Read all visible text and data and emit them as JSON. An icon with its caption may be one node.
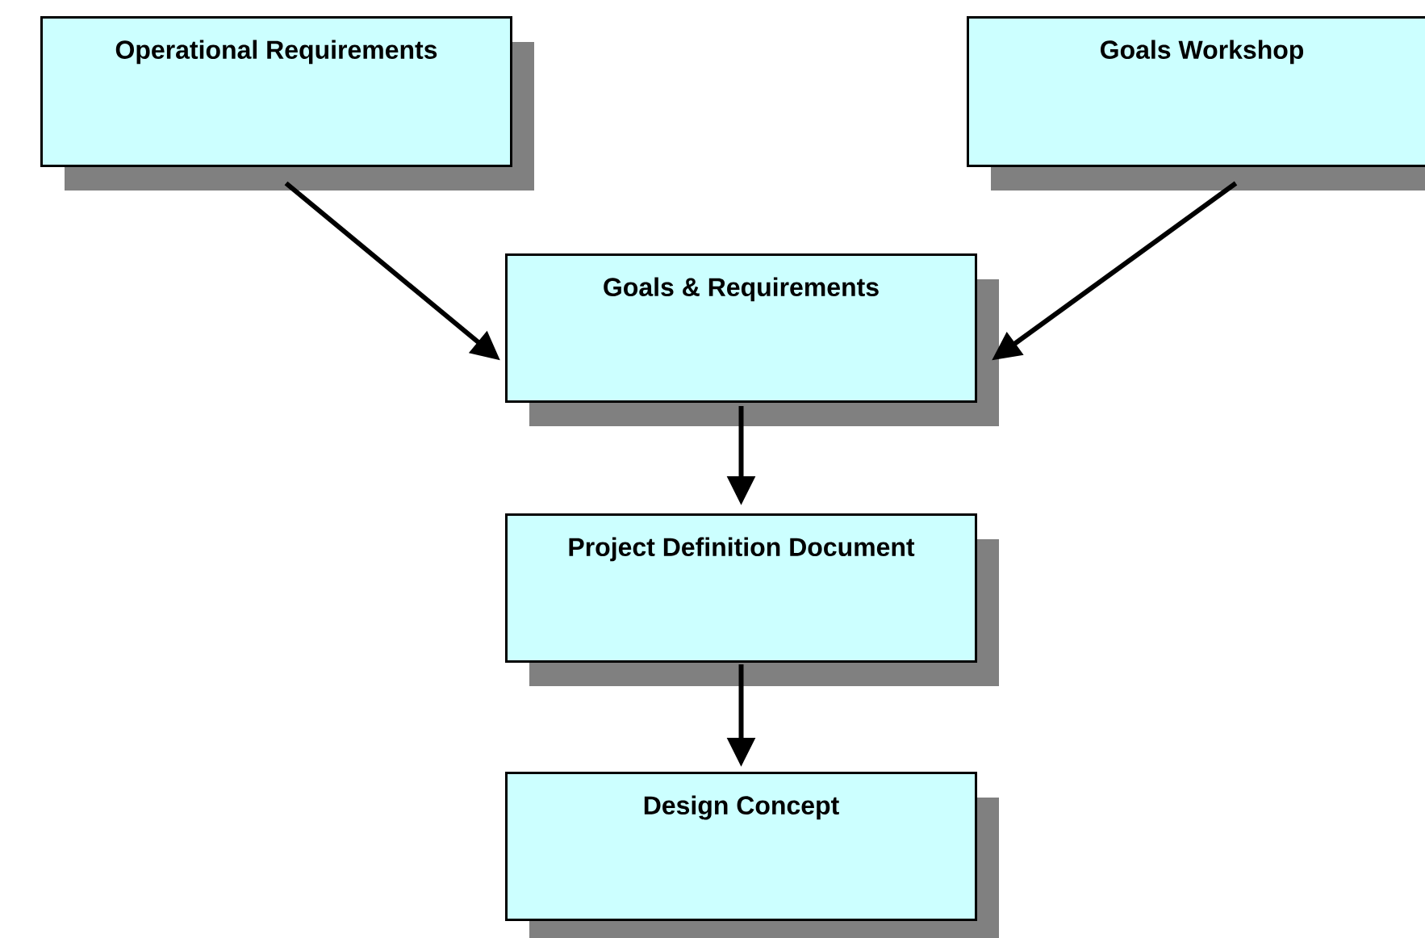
{
  "diagram": {
    "nodes": [
      {
        "text": [
          "Operational Requirements"
        ]
      },
      {
        "text": [
          "Goals Workshop"
        ]
      },
      {
        "text": [
          "Goals & Requirements"
        ]
      },
      {
        "text": [
          "Project Definition Document"
        ]
      },
      {
        "text": [
          "Design Concept"
        ]
      }
    ],
    "edges": [
      {
        "from": 0,
        "to": 2,
        "arrow": "to"
      },
      {
        "from": 1,
        "to": 2,
        "arrow": "to"
      },
      {
        "from": 2,
        "to": 3,
        "arrow": "to"
      },
      {
        "from": 3,
        "to": 4,
        "arrow": "to"
      }
    ]
  }
}
